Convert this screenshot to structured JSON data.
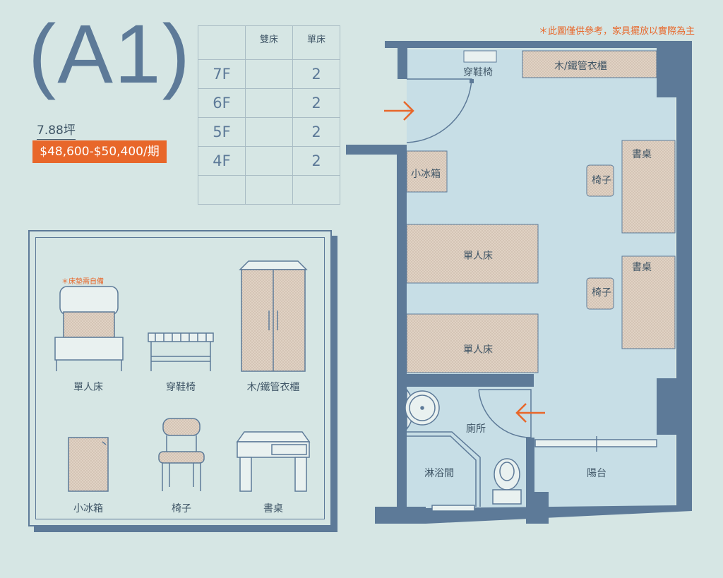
{
  "unit": {
    "title": "(A1)",
    "area": "7.88坪",
    "price": "$48,600-$50,400/期"
  },
  "note": "＊此圖僅供參考，家具擺放以實際為主",
  "room_table": {
    "headers": [
      "",
      "雙床",
      "單床"
    ],
    "rows": [
      {
        "floor": "7F",
        "double": "",
        "single": "2"
      },
      {
        "floor": "6F",
        "double": "",
        "single": "2"
      },
      {
        "floor": "5F",
        "double": "",
        "single": "2"
      },
      {
        "floor": "4F",
        "double": "",
        "single": "2"
      },
      {
        "floor": "",
        "double": "",
        "single": ""
      }
    ]
  },
  "legend": {
    "mattress_note": "＊床墊需自備",
    "items": [
      "單人床",
      "穿鞋椅",
      "木/鐵管衣櫃",
      "小冰箱",
      "椅子",
      "書桌"
    ]
  },
  "plan": {
    "shoe_bench": "穿鞋椅",
    "wardrobe": "木/鐵管衣櫃",
    "fridge": "小冰箱",
    "desk_1": "書桌",
    "chair_1": "椅子",
    "bed_1": "單人床",
    "desk_2": "書桌",
    "chair_2": "椅子",
    "bed_2": "單人床",
    "toilet": "廁所",
    "shower": "淋浴間",
    "balcony": "陽台"
  },
  "colors": {
    "background": "#d6e6e4",
    "wall": "#5d7a98",
    "accent": "#e8672a",
    "furniture": "#e0d2c4"
  }
}
